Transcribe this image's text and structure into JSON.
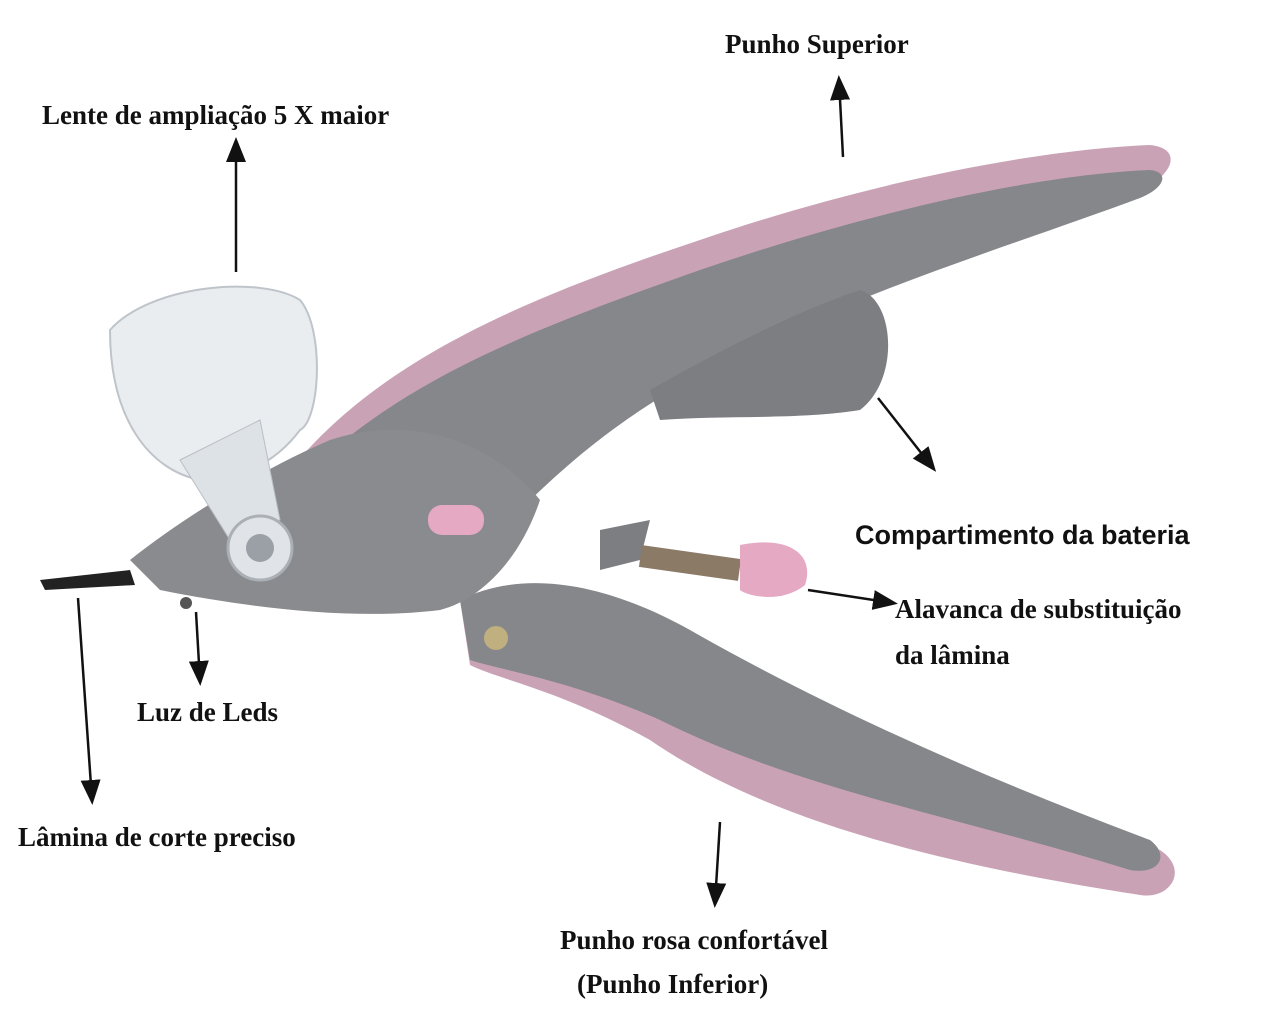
{
  "labels": {
    "upper_handle": "Punho Superior",
    "lens": "Lente de ampliação 5 X maior",
    "battery": "Compartimento da bateria",
    "lever_line1": "Alavanca de substituição",
    "lever_line2": "da lâmina",
    "leds": "Luz de Leds",
    "blade": "Lâmina de corte preciso",
    "lower_handle_line1": "Punho rosa confortável",
    "lower_handle_line2": "(Punho Inferior)"
  },
  "colors": {
    "body": "#86878b",
    "pink": "#c9a3b5",
    "pink_button": "#e6a9c3"
  }
}
